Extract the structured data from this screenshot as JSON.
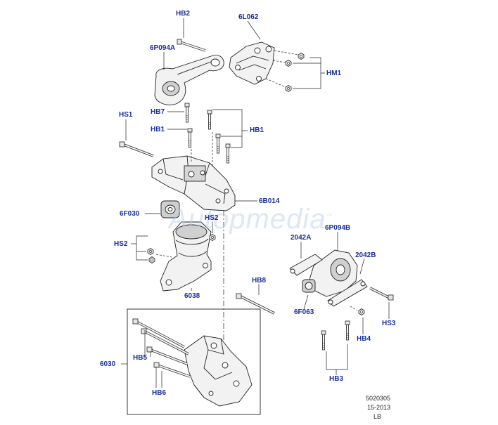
{
  "diagram": {
    "colors": {
      "label": "#1a2f9a",
      "line": "#222222",
      "part_fill": "#f2f2f2",
      "part_shade": "#cfcfcf",
      "watermark": "#b8cbe8"
    },
    "watermark": "Autopmedia",
    "labels": {
      "hb2": "HB2",
      "l6l062": "6L062",
      "p6p094a": "6P094A",
      "hm1": "HM1",
      "hs1": "HS1",
      "hb7": "HB7",
      "hb1_a": "HB1",
      "hb1_b": "HB1",
      "b6b014": "6B014",
      "f6f030": "6F030",
      "hs2_a": "HS2",
      "hs2_b": "HS2",
      "m6038": "6038",
      "hb8": "HB8",
      "m2042a": "2042A",
      "p6p094b": "6P094B",
      "m2042b": "2042B",
      "f6f063": "6F063",
      "hs3": "HS3",
      "hb4": "HB4",
      "m6030": "6030",
      "hb5": "HB5",
      "hb6": "HB6",
      "hb3": "HB3"
    },
    "ref": {
      "code": "5020305",
      "date": "15-2013",
      "region": "LB"
    }
  }
}
